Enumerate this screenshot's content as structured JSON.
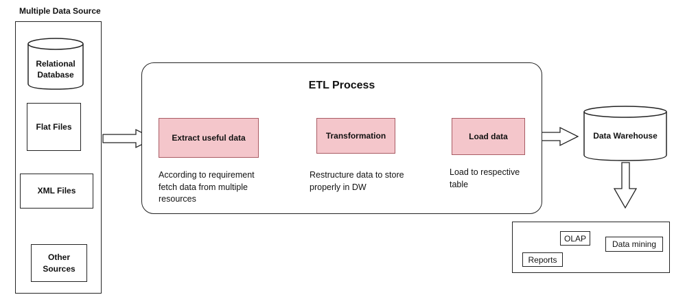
{
  "sources": {
    "title": "Multiple Data Source",
    "relational_db": "Relational Database",
    "flat_files": "Flat Files",
    "xml_files": "XML Files",
    "other_sources": "Other Sources"
  },
  "etl": {
    "title": "ETL Process",
    "extract": {
      "label": "Extract useful  data",
      "note": "According to requirement fetch data from multiple resources"
    },
    "transform": {
      "label": "Transformation",
      "note": "Restructure data to store properly in DW"
    },
    "load": {
      "label": "Load data",
      "note": "Load to respective table"
    }
  },
  "warehouse": {
    "label": "Data Warehouse"
  },
  "tools": {
    "olap": "OLAP",
    "data_mining": "Data mining",
    "reports": "Reports"
  },
  "colors": {
    "process_fill": "#f4c6cb",
    "process_border": "#a85a62",
    "outline": "#222222"
  }
}
